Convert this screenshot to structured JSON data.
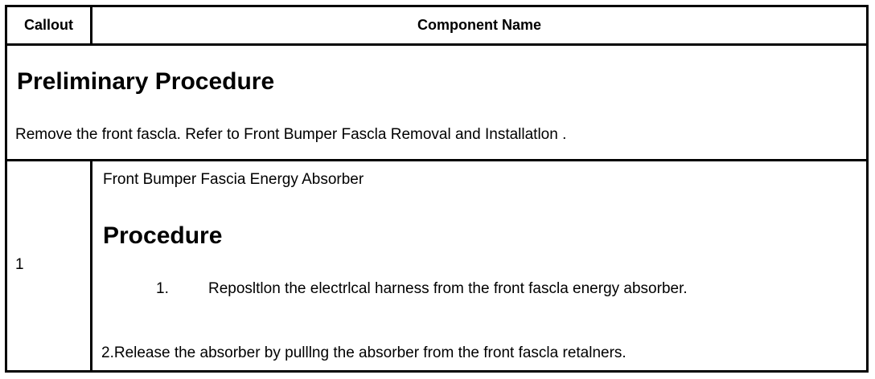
{
  "table": {
    "header": {
      "callout": "Callout",
      "component_name": "Component Name"
    },
    "preliminary": {
      "title": "Preliminary Procedure",
      "text": "Remove the front fascla. Refer to Front Bumper Fascla Removal and Installatlon ."
    },
    "items": [
      {
        "callout": "1",
        "component_name": "Front Bumper Fascia Energy Absorber",
        "procedure_title": "Procedure",
        "step1_number": "1.",
        "step1_text": "Reposltlon the electrlcal harness from the front fascla energy absorber.",
        "step2_text": "2.Release the absorber by pulllng the absorber from the front fascla retalners."
      }
    ]
  }
}
